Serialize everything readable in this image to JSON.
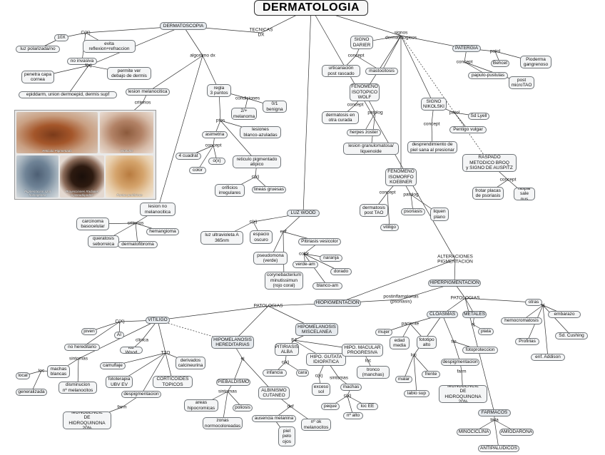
{
  "title": "DERMATOLOGIA",
  "nodes": {
    "dermatoscopia": "DERMATOSCOPIA",
    "x10": "10X",
    "luz_polarizada": "luz polarizada/no",
    "no_invasiva": "no invasiva",
    "evita_reflexion": "evita\nreflexion+refraccion",
    "penetra_capa": "penetra capa\ncornea",
    "permite_ver": "permite ver\ndebajo de dermis",
    "epidermis": "epiddarm, union dermoepid, dermis supf",
    "lesion_melanocitica": "lesion melanocitica",
    "regla3": "regla\n3 puntos",
    "dos_mas": "2/+\nmelanoma",
    "cero_uno": "0/1\nbenigna",
    "lesiones_blanco": "lesiones\nblanco-azuladas",
    "asimetria": "asimetria",
    "cuadrat": "4 cuadrat",
    "color": "color",
    "ox": "o(x)",
    "reticulo": "reticulo pigmentado\natipico",
    "orificios": "orificios\nirregulares",
    "lineas_gruesas": "lineas gruesas",
    "lesion_no_melano": "lesion no\nmelanocitica",
    "carcinoma": "carcinoma\nbasocelular",
    "hemangioma": "hemangioma",
    "queratosis": "queratosis\nseborreica",
    "dermatofibroma": "dermatofibroma",
    "luz_wood": "LUZ WOOD",
    "luz_ultra": "luz ultravioleta A\n365nm",
    "espacio_oscuro": "espacio\noscuro",
    "pseudomona": "pseudomona\n(verde)",
    "pitiriasis_vers": "Pitiriasis vesicolor",
    "naranja": "naranja",
    "verde_am": "verde-am",
    "dorado": "dorado",
    "corynebacterium": "corynebacterium\nminutissimun\n(rojo coral)",
    "blanco_am": "blanco-am",
    "signo_darier": "SIGNO\nDARIER",
    "urticariacion": "urticariación\npost rascado",
    "mastocitosis": "mastocitosis",
    "fenomeno_wolf": "FENOMENO\nISOTOPICO\nWOLF",
    "dermatosis_otra": "dermatosis en\notra curada",
    "herpes": "herpes zoster",
    "lesion_granulo": "lesion granulomatosa/\nliquenoide",
    "patergia": "PATERGIA",
    "behcet": "Behcet",
    "pioderma": "Pioderma\ngangrenoso",
    "papulo": "papulo-pustulas",
    "post_micro": "post\nmicroTAO",
    "signo_nikolski": "SIGNO\nNIKOLSKI",
    "sd_lyell": "Sd Lyell",
    "pentigo": "Pentigo vulgar",
    "desprendimiento": "desprendimiento de\npiel sana al presionar",
    "raspado": "RASPADO\nMETODICO BROQ\ny SIGNO DE AUSPITZ",
    "frotar": "frotar placas\nde psoriasis",
    "raspar": "raspar\nsale pus",
    "fenomeno_koebner": "FENOMENO\nISOMORFO\nKOEBNER",
    "dermatosis_post": "dermatosis\npost TAO",
    "psoriasis": "psoriasis",
    "liquen": "liquen\nplano",
    "vitiligo_k": "vitiligo",
    "hiperpigmentacion": "HIPERPIGMENTACION",
    "hipopigmentacion": "HIOPIGMENTACION",
    "vitiligo": "VITILIGO",
    "joven": "joven",
    "ai": "AI",
    "no_hereditario": "no hereditario",
    "luz_wood2": "luz Wood",
    "camuflaje": "camuflaje",
    "derivados": "derivados\ncalcineurina",
    "fototerapia": "fototerapia\nUBV EV",
    "corticoides": "CORTICOIDES\nTOPICOS",
    "manchas_blancas": "machas\nblancas",
    "local": "local",
    "generalizada": "generalizada",
    "disminucion": "disminucion\nnº melanocitos",
    "despigmentacion": "despigmentacion",
    "monobencil1": "MONOBENCIL\nDE HIDROQUINONA\n20%",
    "hipo_hered": "HIPOMELANOSIS\nHEREDITARIAS",
    "hipo_misc": "HIPOMELANOSIS\nMISCELANEA",
    "piebaldismo": "PIEBALDISMO",
    "areas_hipocr": "areas\nhipocromicas",
    "poliosis": "poliosis",
    "zonas_normo": "zonas\nnormocoloreadas",
    "albinismo": "ALBINISMO\nCUTANEO",
    "ausencia": "ausencia melanina",
    "no_ok": "nº ok\nmelanocitos",
    "piel_pelo": "piel\npelo\nojos",
    "pitiriasis_alba": "PITIRIASIS\nALBA",
    "infancia": "infancia",
    "cara": "cara",
    "hipo_gutata": "HIPO. GUTATA\nIDIOPATICA",
    "hipo_macular": "HIPO. MACULAR\nPROGRESIVA",
    "tronco": "tronco\n(manchas)",
    "exceso_sol": "exceso\nsol",
    "machas": "machas",
    "peque": "peque",
    "loc_ee": "loc EE",
    "no_alto": "nº alto",
    "cloasmas": "CLOASMAS",
    "mujer": "mujer",
    "edad_media": "edad\nmedia",
    "fototipo": "fototipo\nalto",
    "malar": "malar",
    "frente": "frente",
    "labio_sup": "labio sup",
    "fotoproteccion": "fotoproteccion",
    "despigmentacion2": "despigmentacion",
    "monobencil2": "MONOBENCIL\nDE HIDROQUINONA\n20%",
    "metales": "METALES",
    "plata": "plata",
    "otras": "otras",
    "hemocromatosis": "hemocromatosis",
    "embarazo": "embarazo",
    "sd_cushing": "Sd. Cushing",
    "profirias": "Profirias",
    "enf_addison": "enf. Addison",
    "farmacos": "FARMACOS",
    "minociclina": "MINOCICLINA",
    "amiodarona": "AMIODARONA",
    "antipaludicos": "ANTIPALUDICOS"
  },
  "labels": {
    "tecnicas_dx": "TECNICAS\nDX",
    "signos_derm": "signos\ndermatologicos",
    "cx1": "C(X)",
    "fx": "f(x)",
    "algoritmo": "algoritmo dx",
    "criterios": "criterios",
    "condiciones": "condiciones",
    "ptos": "ptos",
    "concept1": "concept",
    "cx2": "c(x)",
    "criterios2": "criterios",
    "cx3": "c(x)",
    "enf": "enf",
    "color_lbl": "color",
    "concept_darier": "concept",
    "concept_wolf": "concept",
    "patolog_wolf": "patolog",
    "patol_pat": "patol",
    "concept_pat": "concept",
    "patol_nik": "patol",
    "concept_nik": "concept",
    "concept_rasp": "concept",
    "concept_koeb": "concept",
    "patolog_koeb": "patolog",
    "alteraciones": "ALTERACIONES\nPIGMENTACION",
    "postinflam": "postinflamatorias\n(psoriasis)",
    "patologias1": "PATOLOGIAS",
    "patologias2": "PATOLOGIAS",
    "cx_vit": "C(X)",
    "clinica": "clinica",
    "tto_vit": "TTO",
    "sintomas_vit": "sintomas",
    "loc_vit": "loc",
    "farm_vit": "farm",
    "ej1": "ej",
    "ej2": "EJ",
    "sintomas_pieb": "sintomas",
    "def_alb": "def",
    "cx_alba": "c(x)",
    "cx_gut": "c(x)",
    "loc_mac": "loc",
    "sintomas_gut": "sintomas",
    "cx_gut2": "c(x)",
    "paciente": "paciente",
    "loc_cloas": "loc",
    "tto_cloas": "tto",
    "farm_cloas": "farm",
    "ej_met": "ej",
    "ej_otras": "ej",
    "lista": "lista"
  },
  "photo_captions": {
    "p1": "Reticulo Pigmentado",
    "p2": "Glóbulos",
    "p3": "Pigmentacion azul\nhomogénea",
    "p4": "Proyecciones Radiales\no pseudópodos",
    "p5": "Puntos periféricos"
  }
}
